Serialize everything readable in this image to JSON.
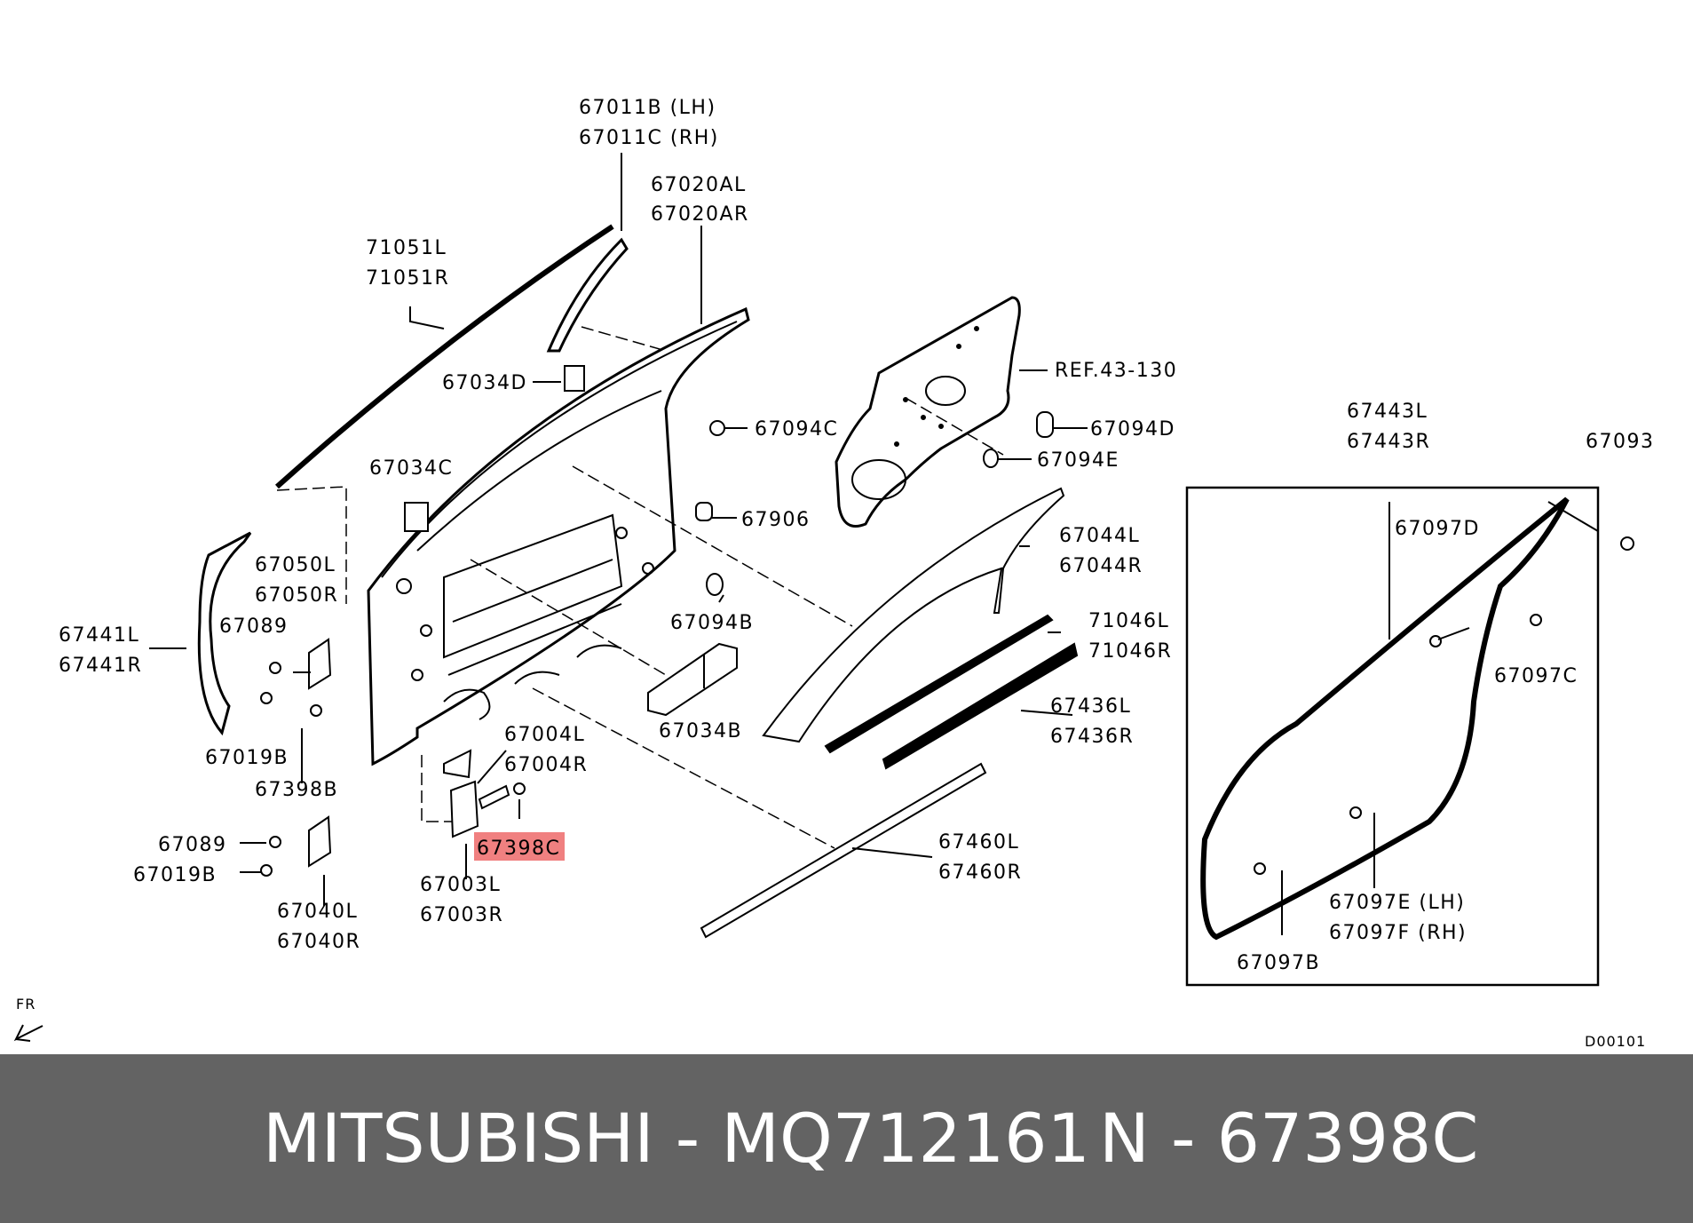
{
  "diagram": {
    "code": "D00101",
    "direction_label": "FR",
    "highlight_color": "#f08080",
    "labels": {
      "l67011b": "67011B (LH)",
      "l67011c": "67011C (RH)",
      "l67020al": "67020AL",
      "l67020ar": "67020AR",
      "l71051l": "71051L",
      "l71051r": "71051R",
      "l67034d": "67034D",
      "lref": "REF.43-130",
      "l67094c": "67094C",
      "l67094d": "67094D",
      "l67094e": "67094E",
      "l67034c": "67034C",
      "l67906": "67906",
      "l67044l": "67044L",
      "l67044r": "67044R",
      "l67050l": "67050L",
      "l67050r": "67050R",
      "l67089a": "67089",
      "l67441l": "67441L",
      "l67441r": "67441R",
      "l67094b": "67094B",
      "l71046l": "71046L",
      "l71046r": "71046R",
      "l67034b": "67034B",
      "l67436l": "67436L",
      "l67436r": "67436R",
      "l67019ba": "67019B",
      "l67398b": "67398B",
      "l67004l": "67004L",
      "l67004r": "67004R",
      "l67398c": "67398C",
      "l67089b": "67089",
      "l67019bb": "67019B",
      "l67460l": "67460L",
      "l67460r": "67460R",
      "l67003l": "67003L",
      "l67003r": "67003R",
      "l67040l": "67040L",
      "l67040r": "67040R",
      "l67443l": "67443L",
      "l67443r": "67443R",
      "l67093": "67093",
      "l67097d": "67097D",
      "l67097c": "67097C",
      "l67097e": "67097E (LH)",
      "l67097f": "67097F (RH)",
      "l67097b": "67097B"
    }
  },
  "footer": {
    "brand_part": "MITSUBISHI - MQ712161",
    "ref_code": "N - 67398C",
    "background_color": "#636363"
  }
}
